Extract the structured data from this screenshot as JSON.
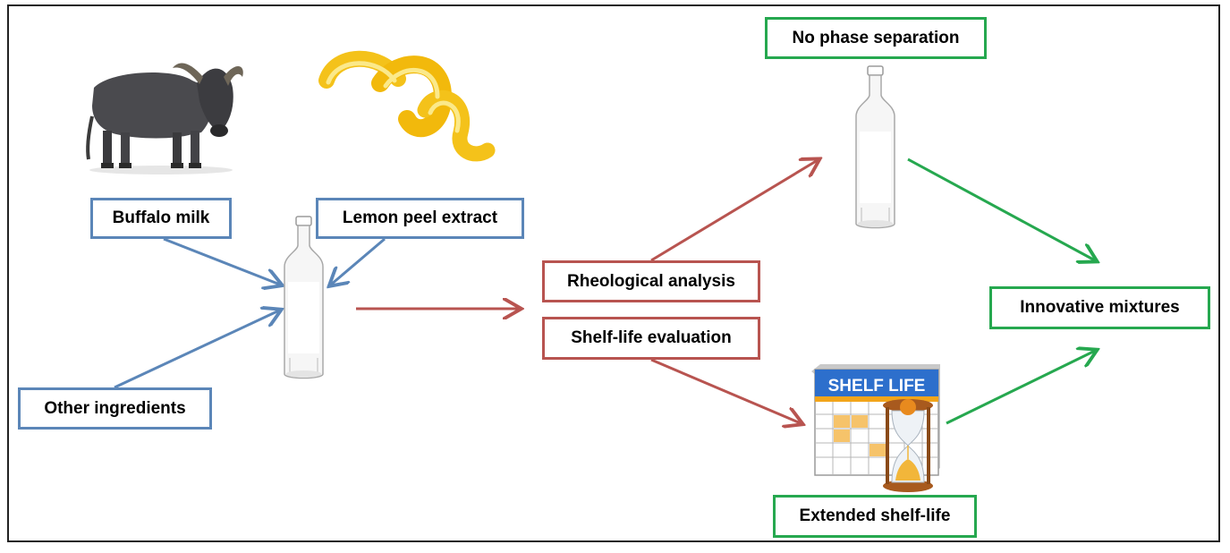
{
  "boxes": {
    "buffalo_milk": "Buffalo milk",
    "lemon_peel_extract": "Lemon peel extract",
    "other_ingredients": "Other ingredients",
    "rheological_analysis": "Rheological  analysis",
    "shelf_life_evaluation": "Shelf-life evaluation",
    "no_phase_separation": "No phase separation",
    "innovative_mixtures": "Innovative mixtures",
    "extended_shelf_life": "Extended shelf-life"
  },
  "calendar": {
    "banner": "SHELF LIFE"
  },
  "colors": {
    "input_box_border": "#5b86b8",
    "analysis_box_border": "#b85450",
    "result_box_border": "#26a84f",
    "input_arrow": "#5b86b8",
    "analysis_arrow": "#b85450",
    "result_arrow": "#26a84f"
  },
  "images": {
    "buffalo": "buffalo-icon",
    "lemon_peel": "lemon-peel-icon",
    "bottle_mixture": "bottle-icon",
    "bottle_stable": "bottle-icon",
    "shelf_life_calendar": "calendar-hourglass-icon"
  }
}
